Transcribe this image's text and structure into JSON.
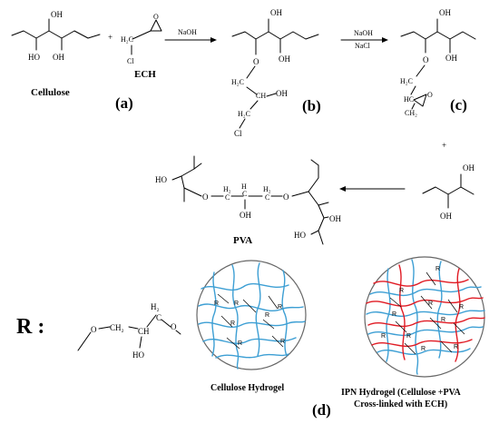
{
  "labels": {
    "cellulose": "Cellulose",
    "ech": "ECH",
    "pva": "PVA",
    "panel_a": "(a)",
    "panel_b": "(b)",
    "panel_c": "(c)",
    "panel_d": "(d)",
    "r_label": "R :",
    "plus": "+",
    "naoh": "NaOH",
    "naoh2": "NaOH",
    "nacl": "NaCl",
    "cellulose_hydrogel": "Cellulose Hydrogel",
    "ipn_line1": "IPN Hydrogel (Cellulose +PVA",
    "ipn_line2": "Cross-linked with ECH)"
  },
  "atoms": {
    "oh": "OH",
    "ho": "HO",
    "o": "O",
    "cl": "Cl",
    "h2c": "H₂C",
    "ch2": "CH₂",
    "ch": "CH",
    "hc": "HC",
    "h2": "H₂",
    "c": "C",
    "r": "R"
  },
  "colors": {
    "cellulose_chain": "#3d9fd4",
    "pva_chain": "#e01b24",
    "crosslink": "#000000"
  }
}
